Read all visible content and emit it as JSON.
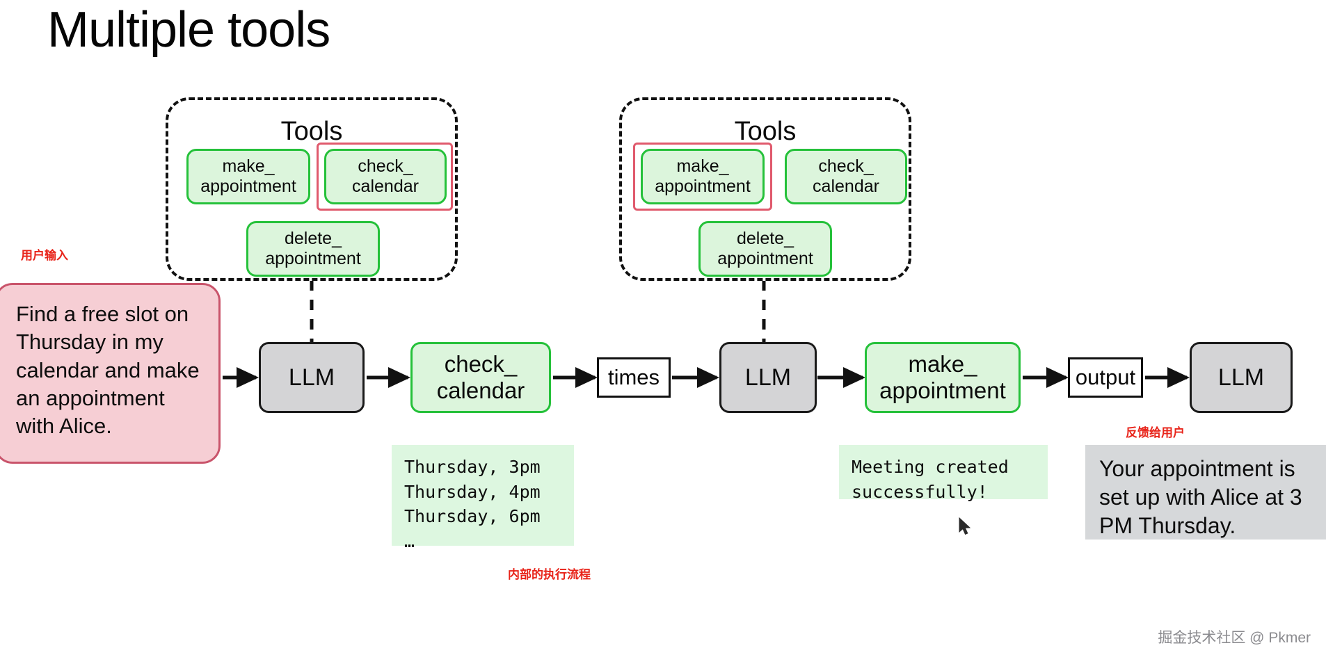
{
  "title": "Multiple tools",
  "tool_panels": [
    {
      "heading": "Tools",
      "chips": [
        {
          "label": "make_\nappointment",
          "highlighted": false
        },
        {
          "label": "check_\ncalendar",
          "highlighted": true
        },
        {
          "label": "delete_\nappointment",
          "highlighted": false
        }
      ]
    },
    {
      "heading": "Tools",
      "chips": [
        {
          "label": "make_\nappointment",
          "highlighted": true
        },
        {
          "label": "check_\ncalendar",
          "highlighted": false
        },
        {
          "label": "delete_\nappointment",
          "highlighted": false
        }
      ]
    }
  ],
  "user_input": {
    "text": "Find a free slot on Thursday in my calendar and make an appointment with Alice."
  },
  "flow": {
    "llm1": "LLM",
    "check_calendar": "check_\ncalendar",
    "times": "times",
    "llm2": "LLM",
    "make_appointment": "make_\nappointment",
    "output": "output",
    "llm3": "LLM"
  },
  "results": {
    "calendar_times": "Thursday, 3pm\nThursday, 4pm\nThursday, 6pm\n…",
    "meeting_created": "Meeting created\nsuccessfully!",
    "final_answer": "Your appointment is set up with Alice at 3 PM Thursday."
  },
  "annotations": {
    "user_input": "用户输入",
    "internal_flow": "内部的执行流程",
    "feedback_to_user": "反馈给用户"
  },
  "watermark": "掘金技术社区 @ Pkmer",
  "colors": {
    "tool_fill": "#dcf5dc",
    "tool_border": "#25c13a",
    "highlight_border": "#e05a6d",
    "llm_fill": "#d4d4d6",
    "user_fill": "#f6ced4",
    "user_border": "#c9546b",
    "result_fill": "#ddf7e0",
    "gray_fill": "#d6d8da",
    "annotation": "#e8241a"
  }
}
